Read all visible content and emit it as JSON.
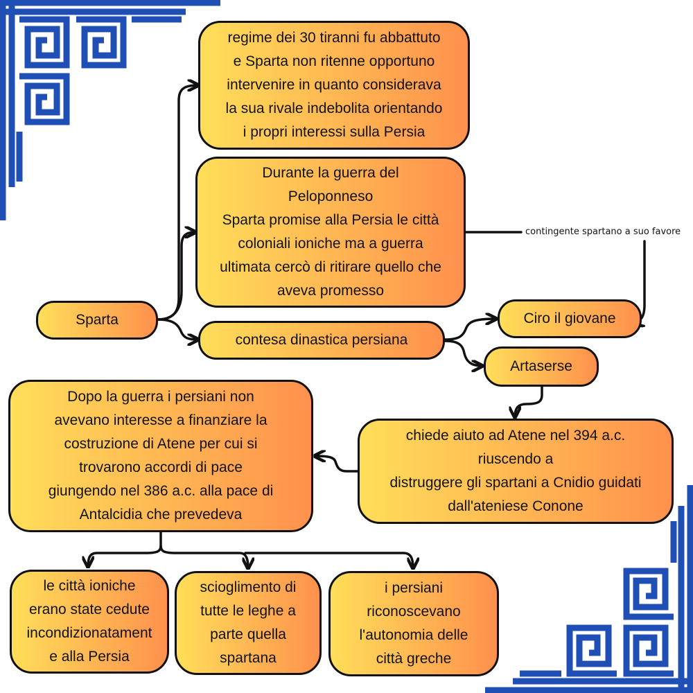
{
  "colors": {
    "gradient_start": "#ffde59",
    "gradient_end": "#ff914d",
    "border": "#111111",
    "greek_key": "#1f4fb4"
  },
  "nodes": {
    "sparta": "Sparta",
    "tiranni": "regime dei 30 tiranni fu abbattuto\ne Sparta non ritenne opportuno\nintervenire in quanto considerava\nla sua rivale indebolita orientando\ni propri interessi sulla Persia",
    "peloponneso": "Durante la guerra del\nPeloponneso\nSparta promise alla Persia le città\ncoloniali ioniche ma a guerra\nultimata cercò di ritirare quello che\naveva promesso",
    "contesa": "contesa dinastica persiana",
    "ciro": "Ciro il giovane",
    "artaserse": "Artaserse",
    "aiuto_atene": "chiede aiuto ad Atene nel 394 a.c.\nriuscendo a\ndistruggere gli spartani a Cnidio guidati\ndall'ateniese Conone",
    "dopo_guerra": "Dopo la guerra i persiani non\navevano interesse a finanziare la\ncostruzione di Atene per cui si\ntrovarono accordi di pace\ngiungendo nel 386 a.c. alla pace di\nAntalcidia che prevedeva",
    "citta_ioniche": "le città ioniche\nerano state cedute\nincondizionatament\ne alla Persia",
    "scioglimento": "scioglimento di\ntutte le leghe a\nparte quella\nspartana",
    "autonomia": "i persiani\nriconoscevano\nl'autonomia delle\ncittà greche"
  },
  "edge_label": "contingente spartano a suo favore",
  "decorations": [
    "greek-key-top-left",
    "greek-key-bottom-right"
  ]
}
